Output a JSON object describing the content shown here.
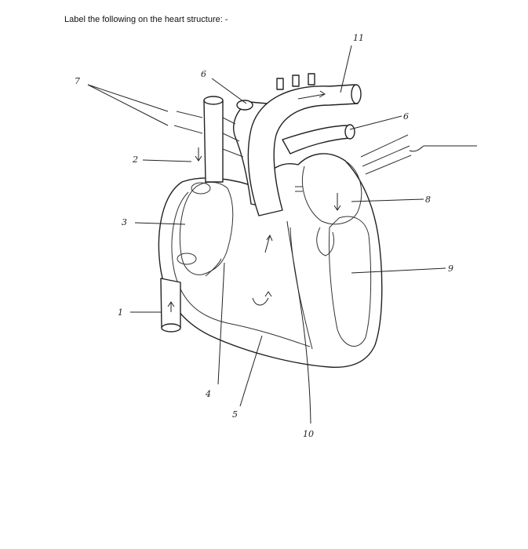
{
  "instruction": "Label the following on the heart structure: -",
  "labels": {
    "n1": "1",
    "n2": "2",
    "n3": "3",
    "n4": "4",
    "n5": "5",
    "n6a": "6",
    "n6b": "6",
    "n7": "7",
    "n8": "8",
    "n9": "9",
    "n10": "10",
    "n11": "11"
  }
}
